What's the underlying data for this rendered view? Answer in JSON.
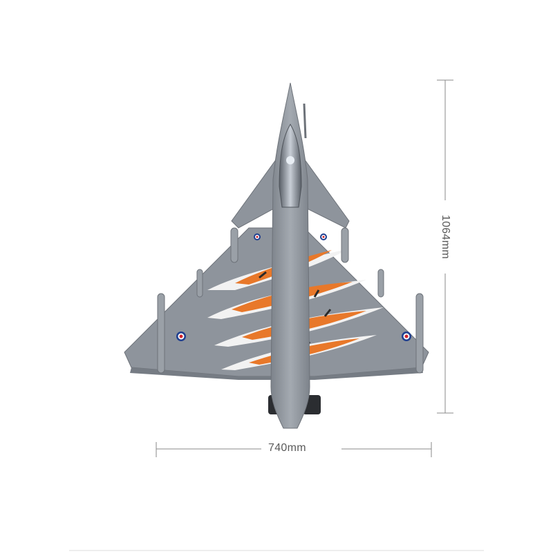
{
  "product": {
    "image_icon": "rafale-fighter-jet-model-top-view",
    "paint_scheme": {
      "base_color": "#8e949c",
      "stripe_color": "#e8782a",
      "dark_stripe_color": "#2a2a2a",
      "tear_color": "#f2f2f2",
      "roundel_colors": [
        "#1f3f8f",
        "#ffffff",
        "#d2232a"
      ]
    }
  },
  "dimensions": {
    "width_label": "740mm",
    "height_label": "1064mm",
    "line_color": "#8a8a8a"
  }
}
